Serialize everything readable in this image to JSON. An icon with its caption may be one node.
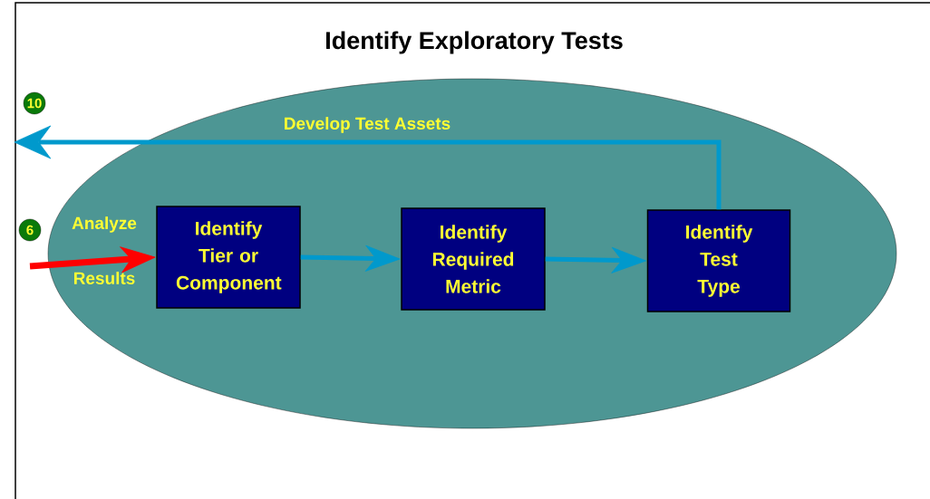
{
  "diagram": {
    "title": "Identify Exploratory Tests",
    "nodes": [
      {
        "text": [
          "10"
        ]
      },
      {
        "text": [],
        "shape": "ellipse"
      },
      {
        "text": [
          "6"
        ]
      },
      {
        "text": [
          "Identify Tier or Component"
        ],
        "in": 1
      },
      {
        "text": [
          "Identify Required Metric"
        ],
        "in": 1
      },
      {
        "text": [
          "Identify Test Type"
        ],
        "in": 1
      }
    ],
    "edges": [
      {
        "from": null,
        "to": 3,
        "arrow": "to",
        "color": "#ff0000"
      },
      {
        "from": 3,
        "to": 4,
        "arrow": "to"
      },
      {
        "from": 4,
        "to": 5,
        "arrow": "to"
      },
      {
        "from": 5,
        "to": null,
        "arrow": "to",
        "label": "Develop Test Assets"
      }
    ],
    "labels": [
      "Analyze",
      "Results"
    ]
  }
}
